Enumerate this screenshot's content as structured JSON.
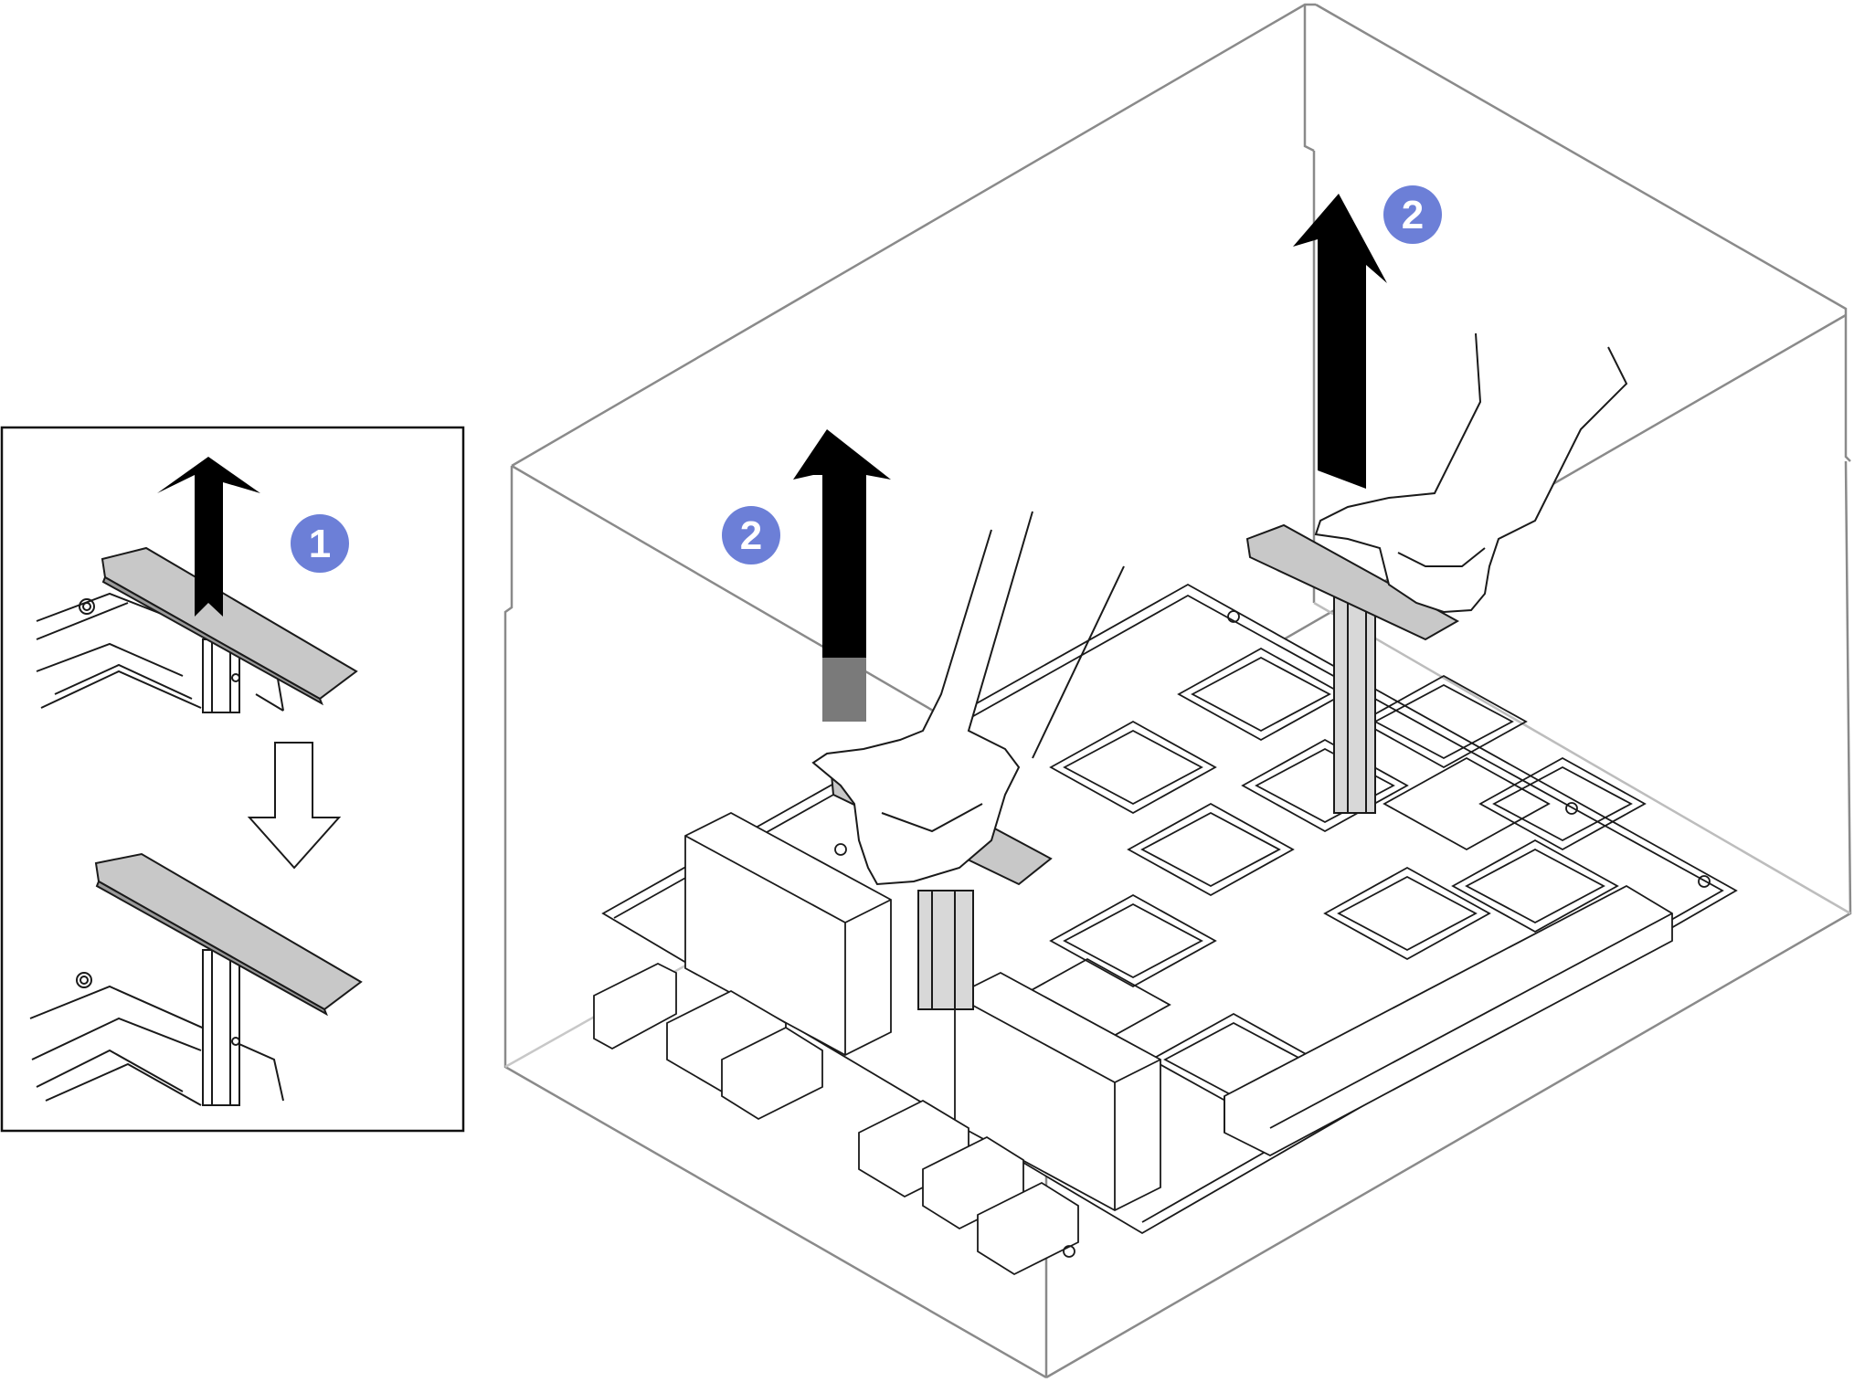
{
  "callouts": {
    "step1": "1",
    "step2_left": "2",
    "step2_right": "2"
  },
  "colors": {
    "callout_fill": "#6c7fd7",
    "handle_fill": "#c8c8c8",
    "arrow_fill": "#000000",
    "line": "#1a1a1a",
    "enclosure_line": "#8a8a8a"
  },
  "icons": {
    "lift_arrow": "arrow-up-icon",
    "sequence_arrow": "arrow-down-outline-icon"
  }
}
